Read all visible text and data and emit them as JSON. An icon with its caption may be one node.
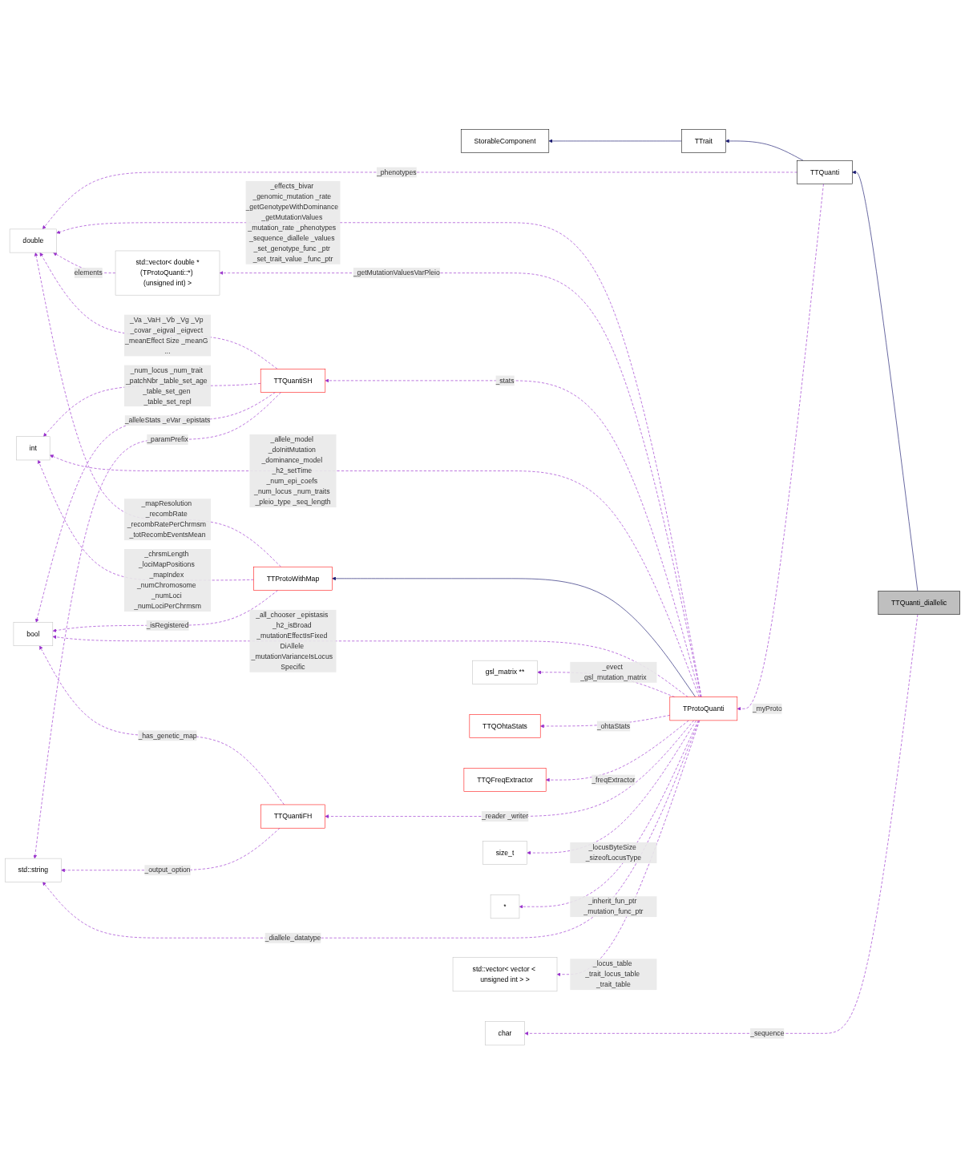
{
  "diagram": {
    "nodes": [
      {
        "text": [
          "TTQuanti_diallelic"
        ]
      },
      {
        "text": [
          "TTQuanti"
        ]
      },
      {
        "text": [
          "TTrait"
        ]
      },
      {
        "text": [
          "StorableComponent"
        ]
      },
      {
        "text": [
          "char"
        ]
      },
      {
        "text": [
          "double"
        ]
      },
      {
        "text": [
          "TProtoQuanti"
        ]
      },
      {
        "text": [
          "std::vector< double *(TProtoQuanti::*) (unsigned int) >"
        ]
      },
      {
        "text": [
          "TTQuantiSH"
        ]
      },
      {
        "text": [
          "int"
        ]
      },
      {
        "text": [
          "TTProtoWithMap"
        ]
      },
      {
        "text": [
          "bool"
        ]
      },
      {
        "text": [
          "gsl_matrix **"
        ]
      },
      {
        "text": [
          "TTQOhtaStats"
        ]
      },
      {
        "text": [
          "TTQFreqExtractor"
        ]
      },
      {
        "text": [
          "TTQuantiFH"
        ]
      },
      {
        "text": [
          "std::string"
        ]
      },
      {
        "text": [
          "size_t"
        ]
      },
      {
        "text": [
          "*"
        ]
      },
      {
        "text": [
          "std::vector< vector < unsigned int > >"
        ]
      }
    ],
    "edges": [
      {
        "from": 0,
        "to": 1,
        "arrow": "to",
        "color": "#191970"
      },
      {
        "from": 1,
        "to": 2,
        "arrow": "to",
        "color": "#191970"
      },
      {
        "from": 2,
        "to": 3,
        "arrow": "to",
        "color": "#191970"
      },
      {
        "from": 0,
        "to": 4,
        "arrow": "to",
        "label": "_sequence",
        "style": "dashed"
      },
      {
        "from": 1,
        "to": 5,
        "arrow": "to",
        "label": "_phenotypes",
        "style": "dashed"
      },
      {
        "from": 1,
        "to": 6,
        "arrow": "to",
        "label": "_myProto",
        "style": "dashed"
      },
      {
        "from": 6,
        "to": 5,
        "arrow": "to",
        "label": "_effects_bivar _genomic_mutation _rate _getGenotypeWithDominance _getMutationValues _mutation_rate _phenotypes _sequence_diallele _values _set_genotype_func _ptr _set_trait_value _func_ptr",
        "style": "dashed"
      },
      {
        "from": 7,
        "to": 5,
        "arrow": "to",
        "label": "elements",
        "style": "dashed"
      },
      {
        "from": 6,
        "to": 7,
        "arrow": "to",
        "label": "_getMutationValuesVarPleio",
        "style": "dashed"
      },
      {
        "from": 8,
        "to": 5,
        "arrow": "to",
        "label": "_Va _VaH _Vb _Vg _Vp _covar _eigval _eigvect _meanEffect Size _meanG ...",
        "style": "dashed"
      },
      {
        "from": 10,
        "to": 5,
        "arrow": "to",
        "label": "_mapResolution _recombRate _recombRatePerChrmsm _totRecombEventsMean",
        "style": "dashed"
      },
      {
        "from": 6,
        "to": 8,
        "arrow": "to",
        "label": "_stats",
        "style": "dashed"
      },
      {
        "from": 8,
        "to": 9,
        "arrow": "to",
        "label": "_num_locus _num_trait _patchNbr _table_set_age _table_set_gen _table_set_repl",
        "style": "dashed"
      },
      {
        "from": 6,
        "to": 9,
        "arrow": "to",
        "label": "_allele_model _doInitMutation _dominance_model _h2_setTime _num_epi_coefs _num_locus _num_traits _pleio_type _seq_length",
        "style": "dashed"
      },
      {
        "from": 10,
        "to": 9,
        "arrow": "to",
        "label": "_chrsmLength _lociMapPositions _mapIndex _numChromosome _numLoci _numLociPerChrmsm",
        "style": "dashed"
      },
      {
        "from": 6,
        "to": 10,
        "arrow": "to",
        "color": "#191970"
      },
      {
        "from": 8,
        "to": 11,
        "arrow": "to",
        "label": "_alleleStats _eVar _epistats",
        "style": "dashed"
      },
      {
        "from": 10,
        "to": 11,
        "arrow": "to",
        "label": "_isRegistered",
        "style": "dashed"
      },
      {
        "from": 6,
        "to": 11,
        "arrow": "to",
        "label": "_all_chooser _epistasis _h2_isBroad _mutationEffectIsFixed DiAllele _mutationVarianceIsLocus Specific",
        "style": "dashed"
      },
      {
        "from": 15,
        "to": 11,
        "arrow": "to",
        "label": "_has_genetic_map",
        "style": "dashed"
      },
      {
        "from": 6,
        "to": 12,
        "arrow": "to",
        "label": "_evect _gsl_mutation_matrix",
        "style": "dashed"
      },
      {
        "from": 6,
        "to": 13,
        "arrow": "to",
        "label": "_ohtaStats",
        "style": "dashed"
      },
      {
        "from": 6,
        "to": 14,
        "arrow": "to",
        "label": "_freqExtractor",
        "style": "dashed"
      },
      {
        "from": 6,
        "to": 15,
        "arrow": "to",
        "label": "_reader _writer",
        "style": "dashed"
      },
      {
        "from": 8,
        "to": 16,
        "arrow": "to",
        "label": "_paramPrefix",
        "style": "dashed"
      },
      {
        "from": 15,
        "to": 16,
        "arrow": "to",
        "label": "_output_option",
        "style": "dashed"
      },
      {
        "from": 6,
        "to": 17,
        "arrow": "to",
        "label": "_locusByteSize _sizeofLocusType",
        "style": "dashed"
      },
      {
        "from": 6,
        "to": 18,
        "arrow": "to",
        "label": "_inherit_fun_ptr _mutation_func_ptr",
        "style": "dashed"
      },
      {
        "from": 6,
        "to": 16,
        "arrow": "to",
        "label": "_diallele_datatype",
        "style": "dashed"
      },
      {
        "from": 6,
        "to": 19,
        "arrow": "to",
        "label": "_locus_table _trait_locus_table _trait_table",
        "style": "dashed"
      }
    ]
  }
}
